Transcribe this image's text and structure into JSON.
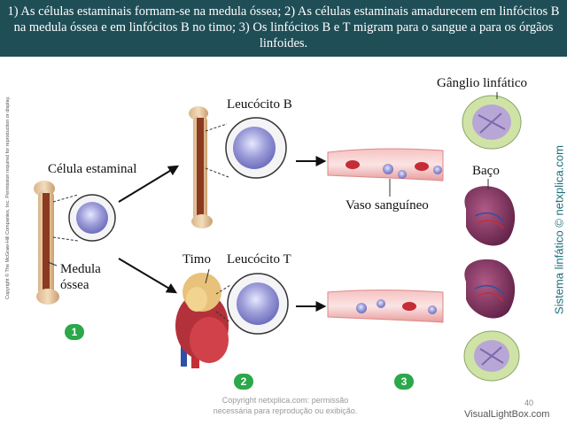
{
  "header": {
    "text": "1) As células estaminais formam-se na medula óssea; 2) As células estaminais amadurecem em linfócitos B na medula óssea e em linfócitos B no timo; 3) Os linfócitos B e T migram para o sangue a para os órgãos linfoides."
  },
  "labels": {
    "celula_estaminal": "Célula estaminal",
    "medula_ossea_1": "Medula",
    "medula_ossea_2": "óssea",
    "leucocito_b": "Leucócito B",
    "leucocito_t": "Leucócito T",
    "timo": "Timo",
    "vaso_sanguineo": "Vaso sanguíneo",
    "ganglio_linfatico": "Gânglio linfático",
    "baco": "Baço"
  },
  "steps": [
    "1",
    "2",
    "3"
  ],
  "side_credit": "Sistema linfático © netxplica.com",
  "vertical_copyright": "Copyright © The McGraw-Hill Companies, Inc. Permission required for reproduction or display.",
  "footer": {
    "copyright_line1": "Copyright netxplica.com: permissão",
    "copyright_line2": "necessária para reprodução ou exibição.",
    "page_number": "40",
    "watermark": "VisualLightBox.com"
  },
  "colors": {
    "header_bg": "#1f4e57",
    "badge": "#2aa84a",
    "side_text": "#1a6f7a"
  }
}
